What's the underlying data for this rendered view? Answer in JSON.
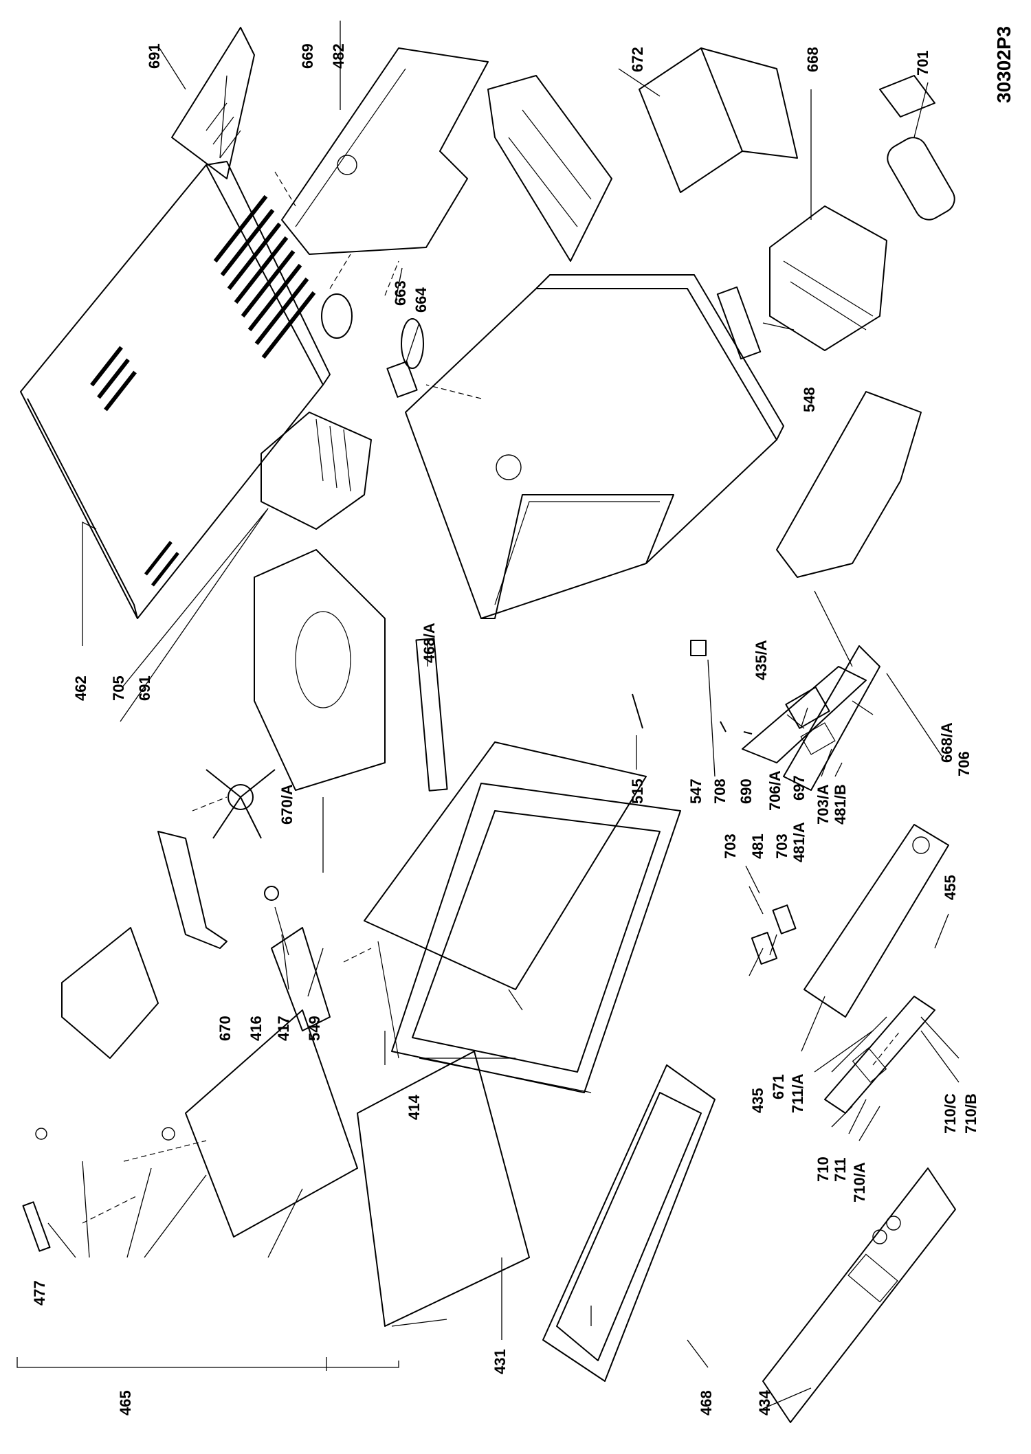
{
  "drawing_code": "30302P3",
  "labels": [
    {
      "id": "477",
      "text": "477"
    },
    {
      "id": "465",
      "text": "465"
    },
    {
      "id": "431",
      "text": "431"
    },
    {
      "id": "468",
      "text": "468"
    },
    {
      "id": "434",
      "text": "434"
    },
    {
      "id": "670",
      "text": "670"
    },
    {
      "id": "416",
      "text": "416"
    },
    {
      "id": "417",
      "text": "417"
    },
    {
      "id": "549",
      "text": "549"
    },
    {
      "id": "414",
      "text": "414"
    },
    {
      "id": "670A",
      "text": "670/A"
    },
    {
      "id": "462",
      "text": "462"
    },
    {
      "id": "705",
      "text": "705"
    },
    {
      "id": "691b",
      "text": "691"
    },
    {
      "id": "468A",
      "text": "468/A"
    },
    {
      "id": "515",
      "text": "515"
    },
    {
      "id": "547",
      "text": "547"
    },
    {
      "id": "708",
      "text": "708"
    },
    {
      "id": "690",
      "text": "690"
    },
    {
      "id": "706A",
      "text": "706/A"
    },
    {
      "id": "697",
      "text": "697"
    },
    {
      "id": "703A",
      "text": "703/A"
    },
    {
      "id": "481B",
      "text": "481/B"
    },
    {
      "id": "481A",
      "text": "481/A"
    },
    {
      "id": "703a",
      "text": "703"
    },
    {
      "id": "481",
      "text": "481"
    },
    {
      "id": "703b",
      "text": "703"
    },
    {
      "id": "455",
      "text": "455"
    },
    {
      "id": "435",
      "text": "435"
    },
    {
      "id": "671",
      "text": "671"
    },
    {
      "id": "711A",
      "text": "711/A"
    },
    {
      "id": "710C",
      "text": "710/C"
    },
    {
      "id": "710B",
      "text": "710/B"
    },
    {
      "id": "710",
      "text": "710"
    },
    {
      "id": "711",
      "text": "711"
    },
    {
      "id": "710A",
      "text": "710/A"
    },
    {
      "id": "435A",
      "text": "435/A"
    },
    {
      "id": "668A",
      "text": "668/A"
    },
    {
      "id": "706",
      "text": "706"
    },
    {
      "id": "548",
      "text": "548"
    },
    {
      "id": "663",
      "text": "663"
    },
    {
      "id": "664",
      "text": "664"
    },
    {
      "id": "669",
      "text": "669"
    },
    {
      "id": "482",
      "text": "482"
    },
    {
      "id": "691a",
      "text": "691"
    },
    {
      "id": "672",
      "text": "672"
    },
    {
      "id": "668",
      "text": "668"
    },
    {
      "id": "701",
      "text": "701"
    }
  ]
}
